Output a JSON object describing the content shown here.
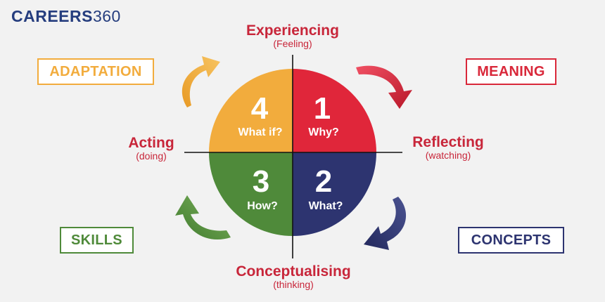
{
  "logo": {
    "part1": "CAREERS",
    "part2": "360"
  },
  "stages": {
    "top": {
      "title": "Experiencing",
      "sub": "(Feeling)"
    },
    "right": {
      "title": "Reflecting",
      "sub": "(watching)"
    },
    "bottom": {
      "title": "Conceptualising",
      "sub": "(thinking)"
    },
    "left": {
      "title": "Acting",
      "sub": "(doing)"
    }
  },
  "quadrants": [
    {
      "num": "1",
      "q": "Why?",
      "color": "#e0263a"
    },
    {
      "num": "2",
      "q": "What?",
      "color": "#2d3470"
    },
    {
      "num": "3",
      "q": "How?",
      "color": "#4f8a3a"
    },
    {
      "num": "4",
      "q": "What if?",
      "color": "#f2ac3d"
    }
  ],
  "boxes": {
    "adaptation": {
      "label": "ADAPTATION",
      "color": "#f2ac3d"
    },
    "meaning": {
      "label": "MEANING",
      "color": "#d9283a"
    },
    "skills": {
      "label": "SKILLS",
      "color": "#4f8a3a"
    },
    "concepts": {
      "label": "CONCEPTS",
      "color": "#2d3470"
    }
  },
  "colors": {
    "label_red": "#c8263a",
    "axis": "#111111",
    "background": "#f2f2f2"
  }
}
